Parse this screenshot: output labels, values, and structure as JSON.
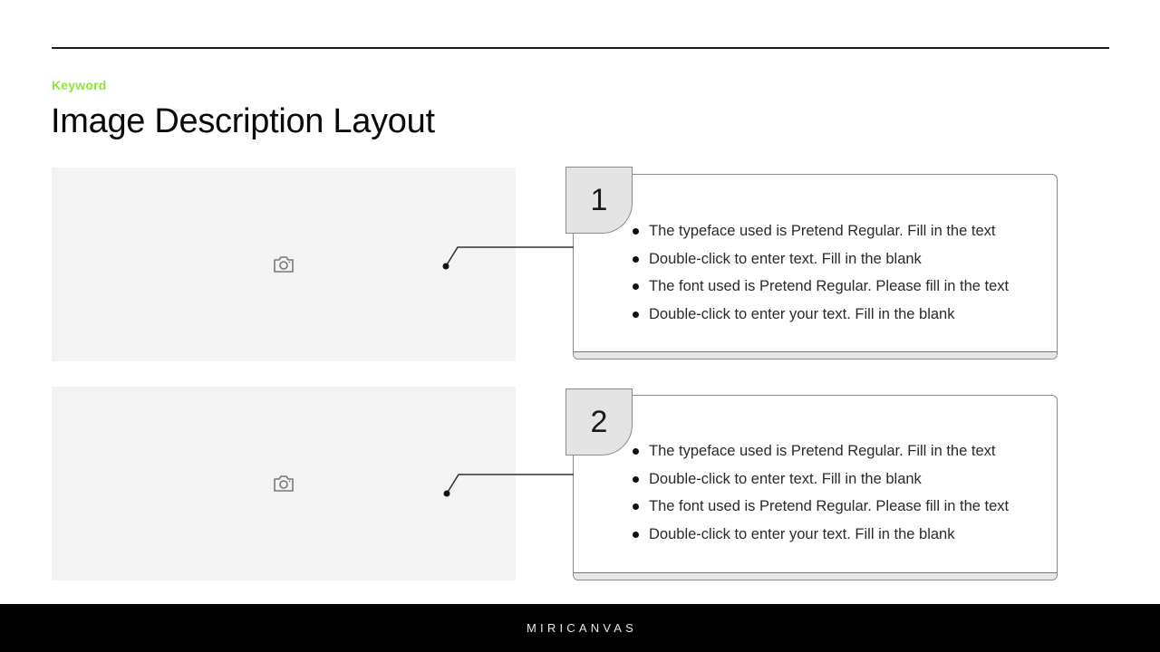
{
  "header": {
    "keyword": "Keyword",
    "title": "Image Description Layout"
  },
  "colors": {
    "accent": "#8fe33d",
    "placeholder_bg": "#f3f3f3",
    "badge_bg": "#e4e4e4",
    "footer_bg": "#000000"
  },
  "items": [
    {
      "number": "1",
      "image_icon": "camera-icon",
      "bullets": [
        "The typeface used is Pretend Regular. Fill in the text",
        "Double-click to enter text. Fill in the blank",
        "The font used is Pretend Regular. Please fill in the text",
        "Double-click to enter your text. Fill in the blank"
      ]
    },
    {
      "number": "2",
      "image_icon": "camera-icon",
      "bullets": [
        "The typeface used is Pretend Regular. Fill in the text",
        "Double-click to enter text. Fill in the blank",
        "The font used is Pretend Regular. Please fill in the text",
        "Double-click to enter your text. Fill in the blank"
      ]
    }
  ],
  "footer": {
    "brand": "MIRICANVAS"
  }
}
